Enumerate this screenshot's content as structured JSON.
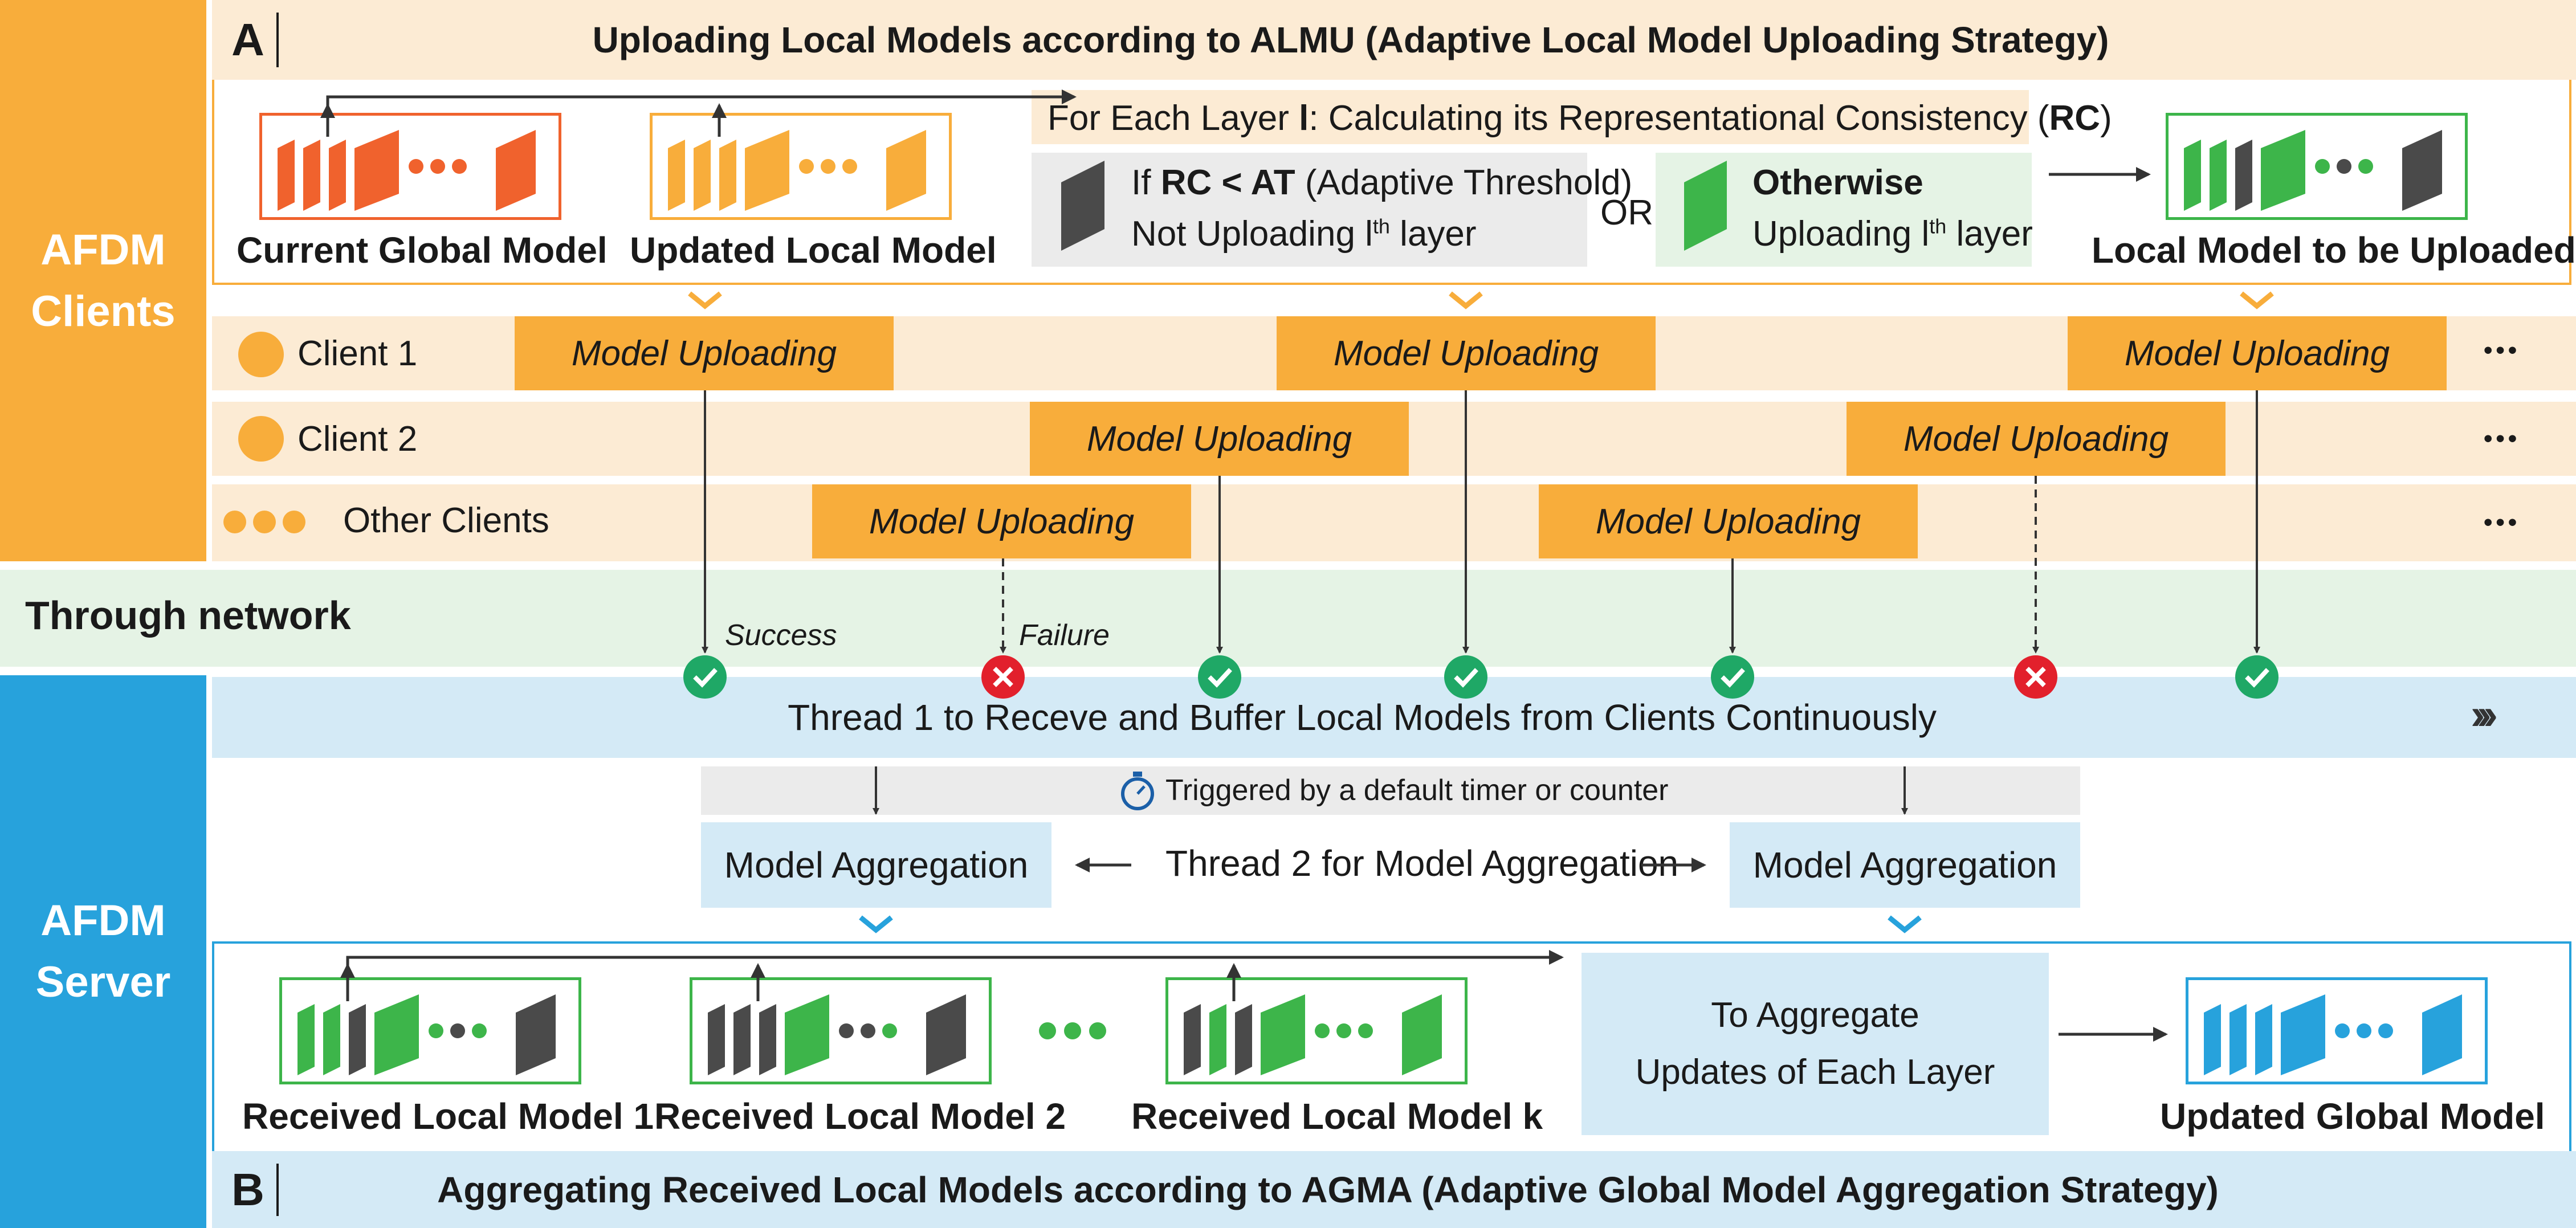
{
  "clients_side": {
    "title_line1": "AFDM",
    "title_line2": "Clients",
    "section_letter": "A",
    "header": "Uploading Local Models according to ALMU (Adaptive Local Model Uploading Strategy)",
    "current_global_model": "Current Global Model",
    "updated_local_model": "Updated Local Model",
    "layer_rule_prefix": "For Each Layer ",
    "layer_rule_var": "l",
    "layer_rule_mid": ": Calculating its Representational Consistency (",
    "layer_rule_abbr": "RC",
    "layer_rule_end": ")",
    "if_label": "If ",
    "if_condition": "RC < AT",
    "if_note": " (Adaptive Threshold)",
    "not_uploading": "Not Uploading l",
    "uploading": "Uploading l",
    "ordinal_suffix": "th",
    "layer_word": " layer",
    "or_label": "OR",
    "otherwise": "Otherwise",
    "local_model_to_upload": "Local Model to be Uploaded"
  },
  "timeline": {
    "clients": [
      "Client 1",
      "Client 2",
      "Other Clients"
    ],
    "upload_label": "Model Uploading",
    "more": "•••"
  },
  "network": {
    "label": "Through network",
    "success": "Success",
    "failure": "Failure"
  },
  "server_side": {
    "title_line1": "AFDM",
    "title_line2": "Server",
    "thread1": "Thread 1 to Receve and Buffer Local Models from Clients Continuously",
    "trigger": "Triggered by a default timer or counter",
    "aggregation": "Model Aggregation",
    "thread2": "Thread 2 for Model Aggregation",
    "received_1": "Received Local Model 1",
    "received_2": "Received Local Model 2",
    "received_k": "Received Local Model k",
    "aggregate_line1": "To Aggregate",
    "aggregate_line2": "Updates of Each Layer",
    "updated_global_model": "Updated Global Model",
    "section_letter": "B",
    "footer": "Aggregating Received Local Models according to AGMA (Adaptive Global Model Aggregation Strategy)"
  },
  "colors": {
    "orange": "#f8ad3b",
    "orange_light": "#fcebd4",
    "orange_dark": "#f0622d",
    "green": "#3db54a",
    "green_light": "#e5f3e5",
    "blue": "#27a2dc",
    "blue_light": "#d4eaf6",
    "gray": "#4a4a4a",
    "gray_light": "#ebebeb",
    "red": "#e2202c",
    "teal": "#1fa866"
  }
}
